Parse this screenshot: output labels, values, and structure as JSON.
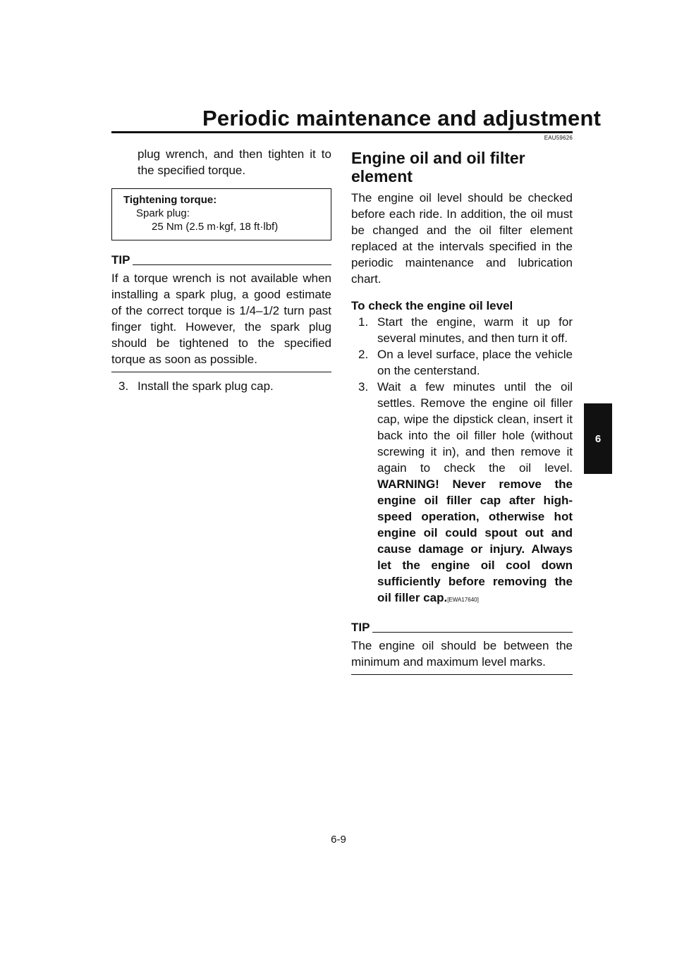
{
  "header": {
    "title": "Periodic maintenance and adjustment"
  },
  "section_tab": "6",
  "left": {
    "intro": "plug wrench, and then tighten it to the specified torque.",
    "torque_box": {
      "heading": "Tightening torque:",
      "line1": "Spark plug:",
      "line2": "25 Nm (2.5 m·kgf, 18 ft·lbf)"
    },
    "tip": {
      "label": "TIP",
      "body": "If a torque wrench is not available when installing a spark plug, a good estimate of the correct torque is 1/4–1/2 turn past finger tight. However, the spark plug should be tightened to the specified torque as soon as possible."
    },
    "step3": {
      "num": "3.",
      "text": "Install the spark plug cap."
    }
  },
  "right": {
    "section_code": "EAU59626",
    "heading": "Engine oil and oil filter element",
    "intro": "The engine oil level should be checked before each ride. In addition, the oil must be changed and the oil filter element replaced at the intervals specified in the periodic maintenance and lubrication chart.",
    "subheading": "To check the engine oil level",
    "steps": [
      {
        "num": "1.",
        "text": "Start the engine, warm it up for several minutes, and then turn it off."
      },
      {
        "num": "2.",
        "text": "On a level surface, place the vehicle on the centerstand."
      },
      {
        "num": "3.",
        "text": "Wait a few minutes until the oil settles. Remove the engine oil filler cap, wipe the dipstick clean, insert it back into the oil filler hole (without screwing it in), and then remove it again to check the oil level.",
        "warning": "WARNING! Never remove the engine oil filler cap after high-speed operation, otherwise hot engine oil could spout out and cause damage or injury. Always let the engine oil cool down sufficiently before removing the oil filler cap.",
        "warning_code": "[EWA17640]"
      }
    ],
    "tip": {
      "label": "TIP",
      "body": "The engine oil should be between the minimum and maximum level marks."
    }
  },
  "footer": {
    "page_number": "6-9"
  }
}
